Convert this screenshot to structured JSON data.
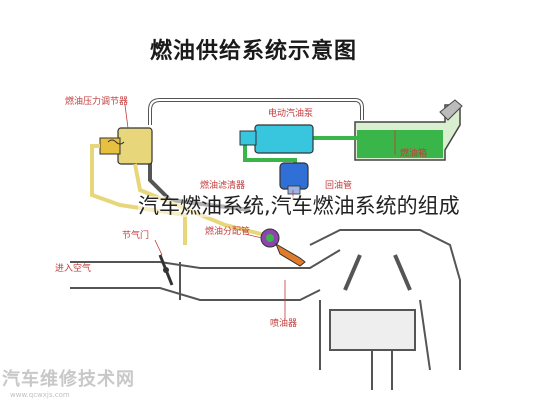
{
  "title": "燃油供给系统示意图",
  "caption": "汽车燃油系统,汽车燃油系统的组成",
  "labels": {
    "pressure_regulator": "燃油压力调节器",
    "electric_pump": "电动汽油泵",
    "fuel_tank": "燃油箱",
    "fuel_filter": "燃油滤清器",
    "return_pipe": "回油管",
    "throttle": "节气门",
    "fuel_rail": "燃油分配管",
    "air_in": "进入空气",
    "injector": "喷油器"
  },
  "watermark": {
    "brand": "汽车维修技术网",
    "url": "www.qcwxjs.com"
  },
  "colors": {
    "fuel_green": "#39b54a",
    "pump_cyan": "#37c6de",
    "filter_blue": "#2f6fd6",
    "pipe_yellow": "#e8d77a",
    "injector_orange": "#e07b2a",
    "label_red": "#c23a3a"
  }
}
